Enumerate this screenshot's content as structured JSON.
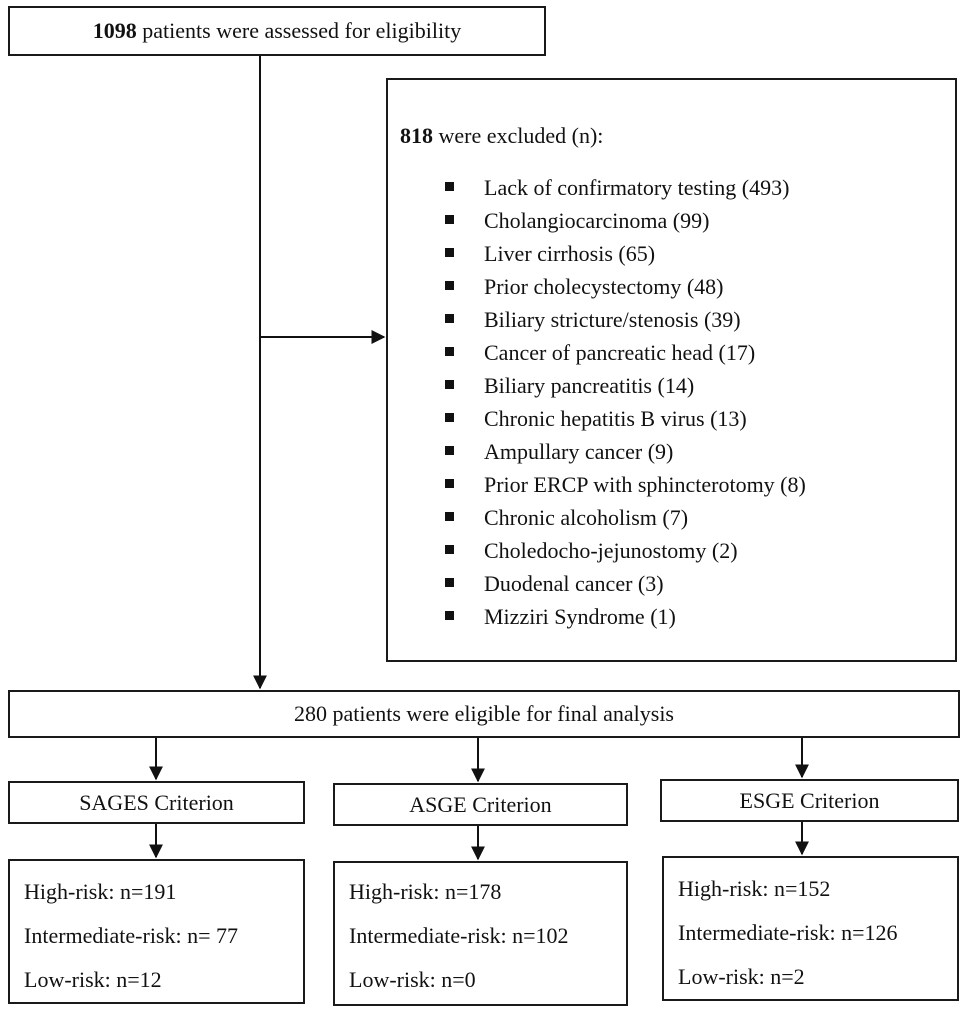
{
  "assessed": {
    "count": "1098",
    "text": "patients were assessed for eligibility"
  },
  "excluded": {
    "count": "818",
    "text": "were excluded (n):",
    "items": [
      "Lack of confirmatory testing (493)",
      "Cholangiocarcinoma (99)",
      "Liver cirrhosis (65)",
      "Prior cholecystectomy (48)",
      "Biliary stricture/stenosis (39)",
      "Cancer of pancreatic head (17)",
      "Biliary pancreatitis (14)",
      "Chronic hepatitis B virus (13)",
      "Ampullary cancer (9)",
      "Prior ERCP with sphincterotomy (8)",
      "Chronic alcoholism (7)",
      "Choledocho-jejunostomy (2)",
      "Duodenal cancer (3)",
      "Mizziri Syndrome (1)"
    ]
  },
  "eligible": {
    "text": "280 patients were eligible for final analysis"
  },
  "criteria": [
    {
      "name": "SAGES Criterion",
      "high": "High-risk: n=191",
      "intermediate": "Intermediate-risk: n= 77",
      "low": "Low-risk: n=12"
    },
    {
      "name": "ASGE Criterion",
      "high": "High-risk: n=178",
      "intermediate": "Intermediate-risk: n=102",
      "low": "Low-risk: n=0"
    },
    {
      "name": "ESGE Criterion",
      "high": "High-risk: n=152",
      "intermediate": "Intermediate-risk: n=126",
      "low": "Low-risk: n=2"
    }
  ]
}
